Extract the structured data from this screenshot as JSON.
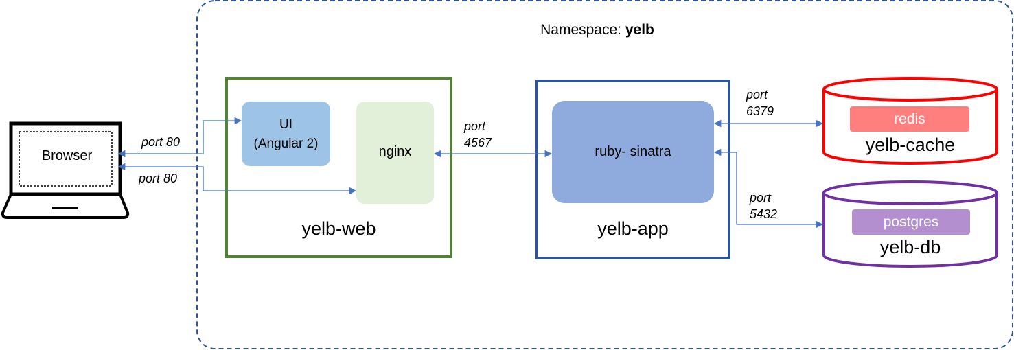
{
  "namespace": {
    "prefix": "Namespace: ",
    "name": "yelb"
  },
  "browser": {
    "label": "Browser"
  },
  "yelb_web": {
    "title": "yelb-web",
    "ui_line1": "UI",
    "ui_line2": "(Angular 2)",
    "nginx": "nginx"
  },
  "yelb_app": {
    "title": "yelb-app",
    "ruby": "ruby- sinatra"
  },
  "yelb_cache": {
    "title": "yelb-cache",
    "engine": "redis"
  },
  "yelb_db": {
    "title": "yelb-db",
    "engine": "postgres"
  },
  "ports": {
    "browser_ui": "port 80",
    "browser_nginx": "port 80",
    "nginx_app_1": "port",
    "nginx_app_2": "4567",
    "app_cache_1": "port",
    "app_cache_2": "6379",
    "app_db_1": "port",
    "app_db_2": "5432"
  },
  "colors": {
    "namespace_border": "#2f5597",
    "yelb_web_border": "#548235",
    "yelb_app_border": "#2f5597",
    "ui_fill": "#9dc3e6",
    "nginx_fill": "#e2f0d9",
    "ruby_fill": "#8faadc",
    "cache_border": "#ff0000",
    "db_border": "#7030a0",
    "redis_fill": "#ff7f7f",
    "postgres_fill": "#b38fd0",
    "arrow": "#4472c4"
  }
}
